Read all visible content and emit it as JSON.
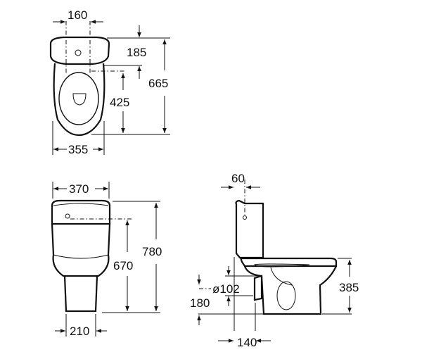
{
  "top_view": {
    "d160": "160",
    "d185": "185",
    "d665": "665",
    "d425": "425",
    "d355": "355"
  },
  "front_view": {
    "d370": "370",
    "d670": "670",
    "d780": "780",
    "d210": "210"
  },
  "side_view": {
    "d60": "60",
    "d385": "385",
    "d102": "ø102",
    "d180": "180",
    "d140": "140"
  }
}
